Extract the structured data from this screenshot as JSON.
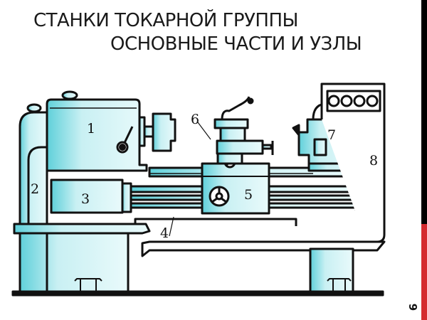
{
  "slide": {
    "title_line1": "СТАНКИ ТОКАРНОЙ ГРУППЫ",
    "title_line2": "ОСНОВНЫЕ ЧАСТИ И УЗЛЫ",
    "page_number": "9",
    "accent_colors": {
      "sidebar_top": "#000000",
      "sidebar_bottom": "#d42a2f",
      "fill": "#aee6ea"
    }
  },
  "diagram": {
    "subject": "lathe",
    "labels": [
      "1",
      "2",
      "3",
      "4",
      "5",
      "6",
      "7",
      "8"
    ]
  }
}
